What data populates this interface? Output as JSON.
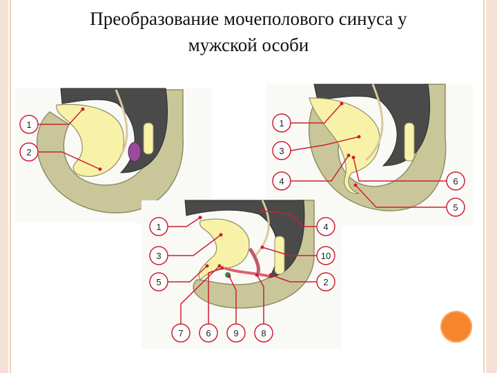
{
  "title": {
    "line1": "Преобразование мочеполового синуса у",
    "line2": "мужской особи"
  },
  "colors": {
    "dark_tissue": "#4a4a4a",
    "olive_wall": "#c9c79a",
    "yellow_sinus": "#f7f2a8",
    "leader_line": "#cc1e2e",
    "accent_orange": "#f5862b",
    "purple_structure": "#9b4b9b",
    "green_dot": "#2e8b57"
  },
  "panels": [
    {
      "labels": [
        "1",
        "2"
      ]
    },
    {
      "labels": [
        "1",
        "3",
        "4",
        "6",
        "5"
      ]
    },
    {
      "labels": [
        "1",
        "3",
        "5",
        "4",
        "10",
        "2",
        "7",
        "6",
        "9",
        "8"
      ]
    }
  ]
}
